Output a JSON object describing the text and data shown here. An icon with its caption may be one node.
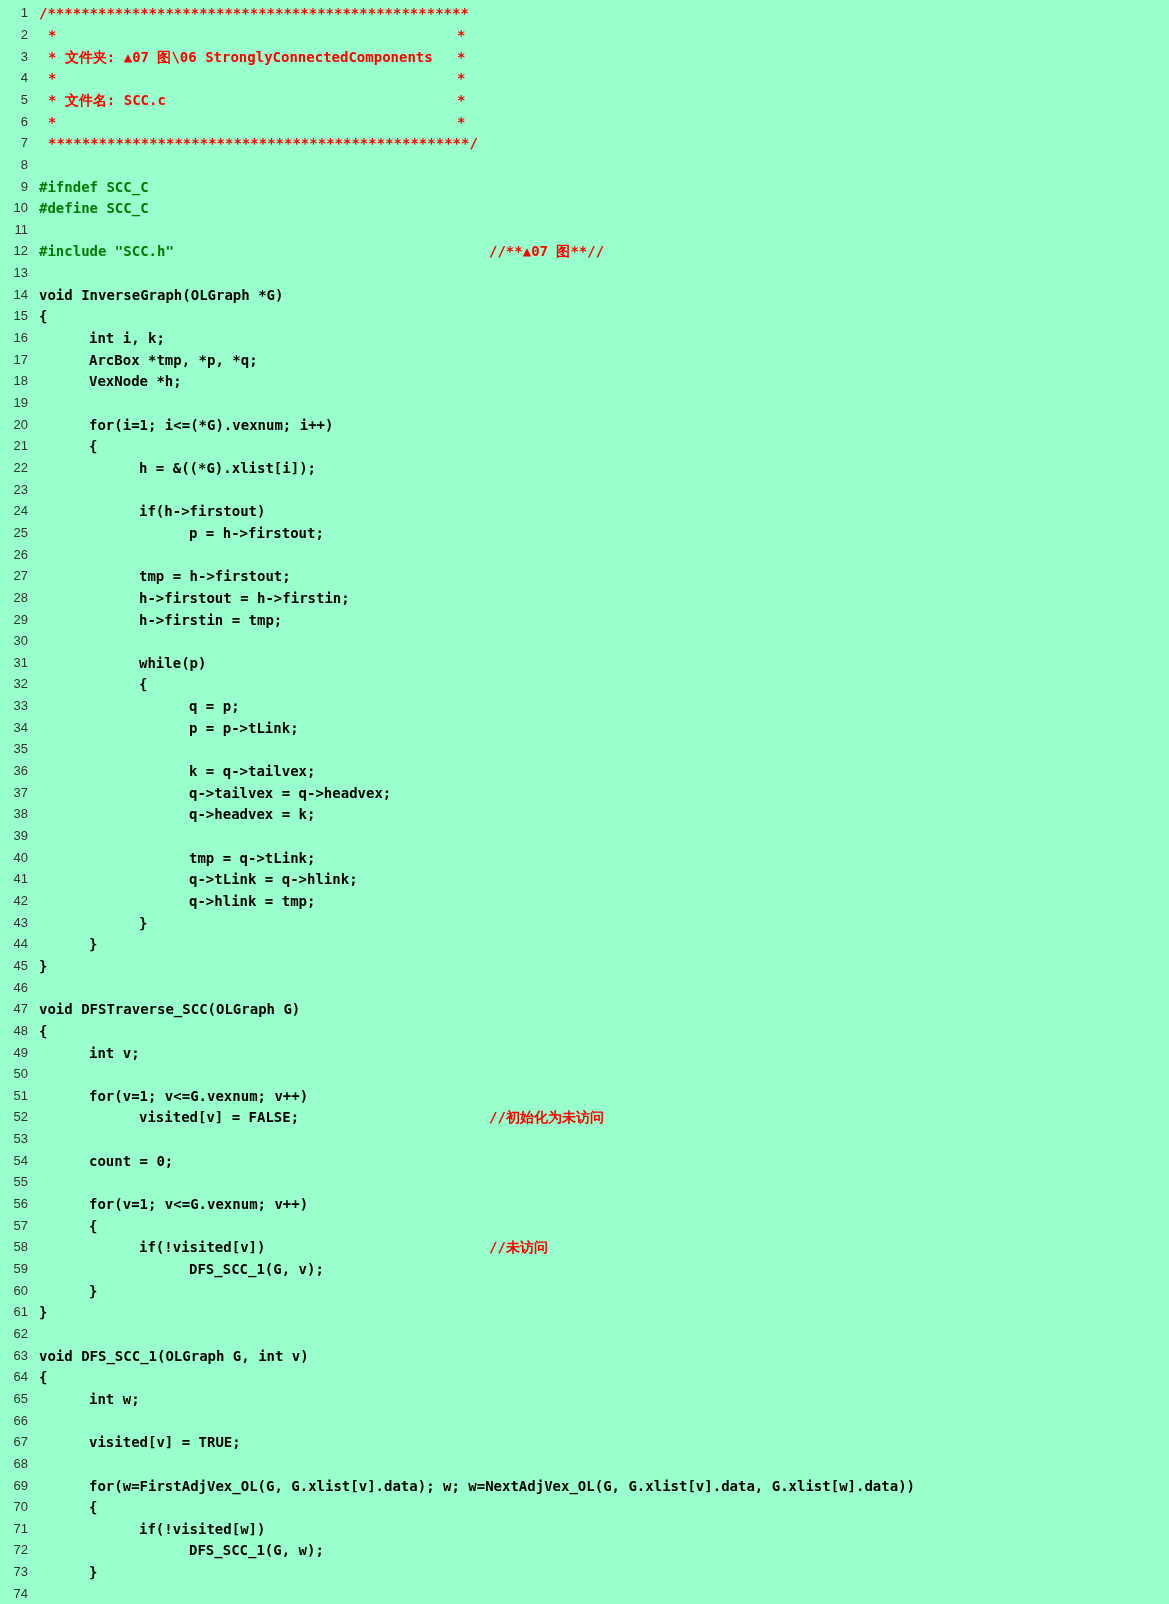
{
  "diagram": {
    "labels": [
      "1",
      "/**************************************************",
      "2",
      "*",
      "*",
      "3",
      "* 文件夹: ▲07 图\\06 StronglyConnectedComponents",
      "*",
      "4",
      "*",
      "*",
      "5",
      "* 文件名: SCC.c",
      "*",
      "6",
      "*",
      "*",
      "7",
      "**************************************************/",
      "8",
      "9",
      "#ifndef SCC_C",
      "10",
      "#define SCC_C",
      "11",
      "12",
      "#include \"SCC.h\"",
      "//**▲07 图**//",
      "13",
      "14",
      "void InverseGraph(OLGraph *G)",
      "15",
      "{",
      "16",
      "int i, k;",
      "17",
      "ArcBox *tmp, *p, *q;",
      "18",
      "VexNode *h;",
      "19",
      "20",
      "for(i=1; i<=(*G).vexnum; i++)",
      "21",
      "{",
      "22",
      "h = &((*G).xlist[i]);",
      "23",
      "24",
      "if(h->firstout)",
      "25",
      "p = h->firstout;",
      "26",
      "27",
      "tmp = h->firstout;",
      "28",
      "h->firstout = h->firstin;",
      "29",
      "h->firstin = tmp;",
      "30",
      "31",
      "while(p)",
      "32",
      "{",
      "33",
      "q = p;",
      "34",
      "p = p->tLink;",
      "35",
      "36",
      "k = q->tailvex;",
      "37",
      "q->tailvex = q->headvex;",
      "38",
      "q->headvex = k;",
      "39",
      "40",
      "tmp = q->tLink;",
      "41",
      "q->tLink = q->hlink;",
      "42",
      "q->hlink = tmp;",
      "43",
      "}",
      "44",
      "}",
      "45",
      "}",
      "46",
      "47",
      "void DFSTraverse_SCC(OLGraph G)",
      "48",
      "{",
      "49",
      "int v;",
      "50",
      "51",
      "for(v=1; v<=G.vexnum; v++)",
      "52",
      "visited[v] = FALSE;",
      "//初始化为未访问",
      "53",
      "54",
      "count = 0;",
      "55",
      "56",
      "for(v=1; v<=G.vexnum; v++)",
      "57",
      "{",
      "58",
      "if(!visited[v])",
      "//未访问",
      "59",
      "DFS_SCC_1(G, v);",
      "60",
      "}",
      "61",
      "}",
      "62",
      "63",
      "void DFS_SCC_1(OLGraph G, int v)",
      "64",
      "{",
      "65",
      "int w;",
      "66",
      "67",
      "visited[v] = TRUE;",
      "68",
      "69",
      "for(w=FirstAdjVex_OL(G, G.xlist[v].data); w; w=NextAdjVex_OL(G, G.xlist[v].data, G.xlist[w].data))",
      "70",
      "{",
      "71",
      "if(!visited[w])",
      "72",
      "DFS_SCC_1(G, w);",
      "73",
      "}",
      "74"
    ]
  }
}
